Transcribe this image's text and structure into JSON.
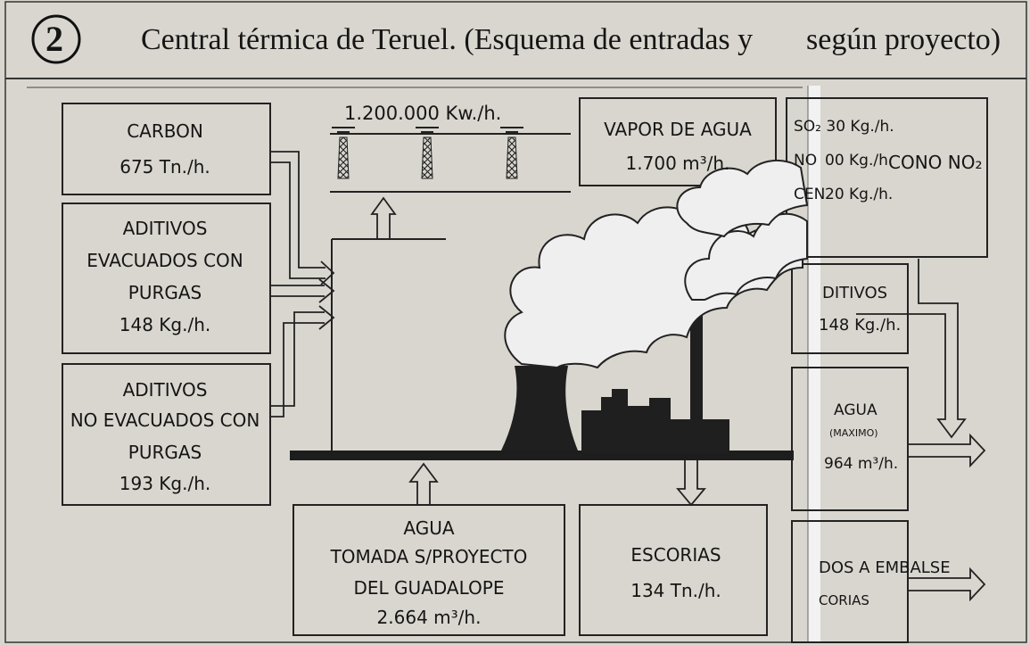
{
  "header": {
    "number": "2",
    "title": "Central térmica de Teruel. (Esquema de entradas y",
    "title_tail": "según proyecto)"
  },
  "inputs": {
    "carbon": {
      "name": "CARBON",
      "value": "675 Tn./h."
    },
    "aditivos_evacuados": {
      "line1": "ADITIVOS",
      "line2": "EVACUADOS CON",
      "line3": "PURGAS",
      "value": "148 Kg./h."
    },
    "aditivos_no_evacuados": {
      "line1": "ADITIVOS",
      "line2": "NO EVACUADOS CON",
      "line3": "PURGAS",
      "value": "193 Kg./h."
    },
    "agua": {
      "line1": "AGUA",
      "line2": "TOMADA S/PROYECTO",
      "line3": "DEL GUADALOPE",
      "value": "2.664 m³/h."
    }
  },
  "outputs": {
    "energia": {
      "value": "1.200.000 Kw./h."
    },
    "vapor": {
      "name": "VAPOR DE AGUA",
      "value": "1.700 m³/h."
    },
    "emisiones": {
      "line1": "SO₂ 30 Kg./h.",
      "line2": "NO",
      "line2b": "00 Kg./h.",
      "line2c": "CONO NO₂",
      "line3": "CEN",
      "line3b": "20 Kg./h."
    },
    "escorias": {
      "name": "ESCORIAS",
      "value": "134 Tn./h."
    },
    "aditivos_right": {
      "name": "DITIVOS",
      "value": "148 Kg./h."
    },
    "agua_right": {
      "name": "AGUA",
      "sub": "(MAXIMO)",
      "value": "964 m³/h."
    },
    "embalse": {
      "line1": "DOS A EMBALSE",
      "line2": "CORIAS"
    }
  }
}
